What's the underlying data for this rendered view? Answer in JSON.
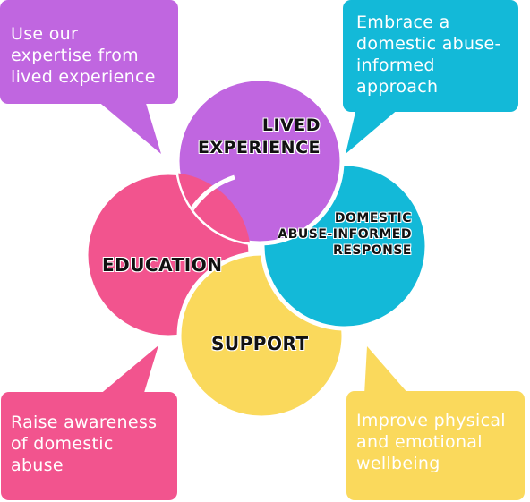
{
  "colors": {
    "purple": "#C066E0",
    "teal": "#13B9D8",
    "pink": "#F2548E",
    "yellow": "#FAD95C",
    "white": "#FFFFFF",
    "text_dark": "#111111"
  },
  "bubbles": {
    "top_left": {
      "lines": [
        "Use our",
        "expertise from",
        "lived experience"
      ]
    },
    "top_right": {
      "lines": [
        "Embrace a",
        "domestic abuse-",
        "informed",
        "approach"
      ]
    },
    "bottom_left": {
      "lines": [
        "Raise awareness",
        "of domestic",
        "abuse"
      ]
    },
    "bottom_right": {
      "lines": [
        "Improve physical",
        "and emotional",
        "wellbeing"
      ]
    }
  },
  "circles": {
    "lived": {
      "lines": [
        "LIVED",
        "EXPERIENCE"
      ]
    },
    "domestic": {
      "lines": [
        "DOMESTIC",
        "ABUSE-INFORMED",
        "RESPONSE"
      ]
    },
    "education": {
      "lines": [
        "EDUCATION"
      ]
    },
    "support": {
      "lines": [
        "SUPPORT"
      ]
    }
  }
}
